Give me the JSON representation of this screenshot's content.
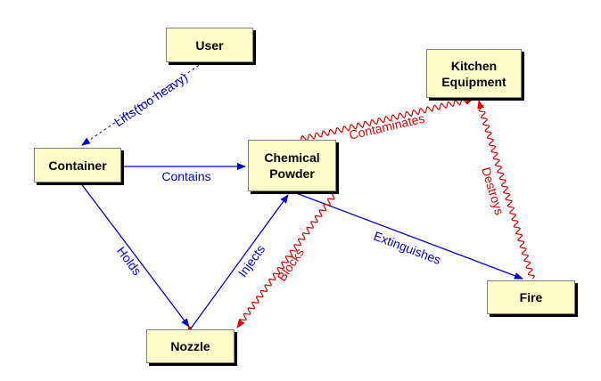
{
  "colors": {
    "node_fill": "#FFFFCC",
    "positive_relation": "#0000CC",
    "negative_relation": "#DD0000"
  },
  "nodes": {
    "user": "User",
    "kitchen_equipment": "Kitchen\nEquipment",
    "container": "Container",
    "chemical_powder": "Chemical\nPowder",
    "fire": "Fire",
    "nozzle": "Nozzle"
  },
  "relations": [
    {
      "from": "User",
      "to": "Container",
      "label": "Lifts(too heavy)",
      "kind": "insufficient"
    },
    {
      "from": "Container",
      "to": "Chemical Powder",
      "label": "Contains",
      "kind": "useful"
    },
    {
      "from": "Container",
      "to": "Nozzle",
      "label": "Holds",
      "kind": "useful"
    },
    {
      "from": "Nozzle",
      "to": "Chemical Powder",
      "label": "Injects",
      "kind": "useful"
    },
    {
      "from": "Chemical Powder",
      "to": "Fire",
      "label": "Extinguishes",
      "kind": "useful"
    },
    {
      "from": "Chemical Powder",
      "to": "Kitchen Equipment",
      "label": "Contaminates",
      "kind": "harmful"
    },
    {
      "from": "Fire",
      "to": "Kitchen Equipment",
      "label": "Destroys",
      "kind": "harmful"
    },
    {
      "from": "Chemical Powder",
      "to": "Nozzle",
      "label": "Blocks",
      "kind": "harmful"
    }
  ]
}
